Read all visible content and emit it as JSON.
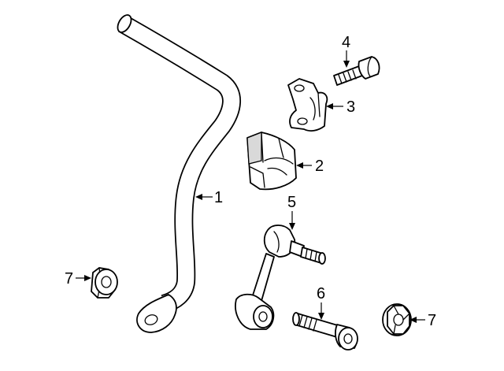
{
  "callouts": {
    "c1": "1",
    "c2": "2",
    "c3": "3",
    "c4": "4",
    "c5": "5",
    "c6": "6",
    "c7_left": "7",
    "c7_right": "7"
  }
}
